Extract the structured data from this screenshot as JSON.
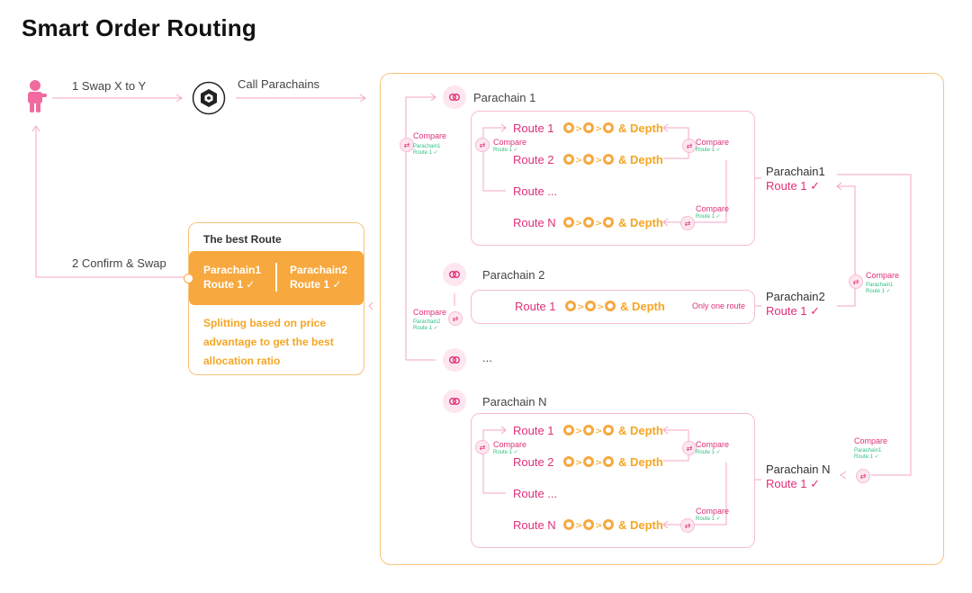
{
  "title": "Smart Order Routing",
  "flow": {
    "swap": "1 Swap X to Y",
    "call": "Call Parachains",
    "confirm": "2  Confirm & Swap"
  },
  "best_route": {
    "title": "The best Route",
    "col1_line1": "Parachain1",
    "col1_line2": "Route 1 ✓",
    "col2_line1": "Parachain2",
    "col2_line2": "Route 1 ✓",
    "note": "Splitting based on price advantage to get the best allocation ratio"
  },
  "parachains": {
    "p1": "Parachain 1",
    "p2": "Parachain 2",
    "pdots": "...",
    "pn": "Parachain N"
  },
  "routes": {
    "r1": "Route 1",
    "r2": "Route 2",
    "rdots": "Route ...",
    "rn": "Route N",
    "depth": "& Depth",
    "only_one": "Only one route"
  },
  "compare": {
    "label": "Compare",
    "sub_route1": "Route 1 ✓",
    "sub_p1": "Parachain1",
    "sub_p2": "Parachain2",
    "sub_p1_short": "Parachain1",
    "sub_route1_plain": "Route 1 ✓"
  },
  "results": {
    "p1_name": "Parachain1",
    "p1_route": "Route 1 ✓",
    "p2_name": "Parachain2",
    "p2_route": "Route 1 ✓",
    "pn_name": "Parachain N",
    "pn_route": "Route 1 ✓"
  },
  "colors": {
    "pink": "#e0307a",
    "orange": "#f5a623",
    "green": "#2fbf80",
    "orange_border": "#f7c47a",
    "pink_border": "#f6bcd3"
  }
}
